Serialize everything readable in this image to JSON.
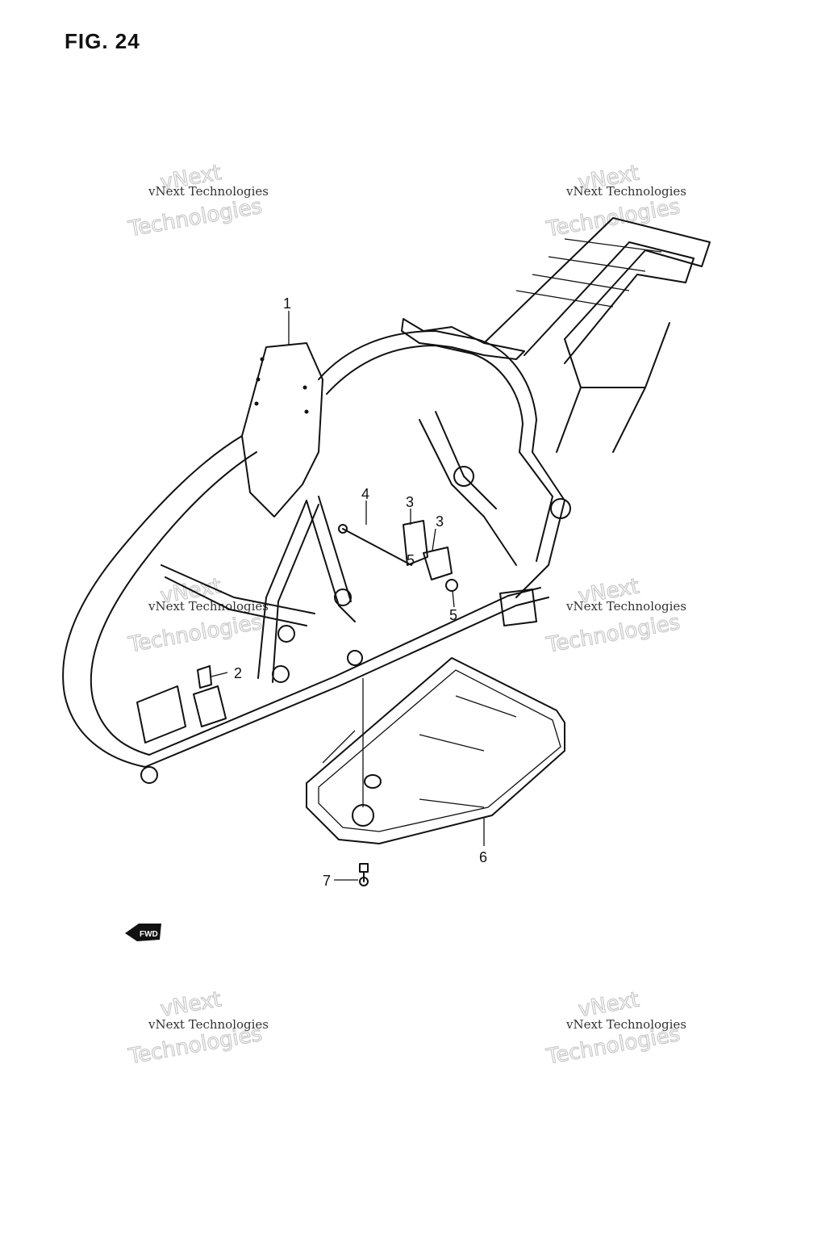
{
  "figure": {
    "title": "FIG. 24"
  },
  "watermark": {
    "small_text": "vNext Technologies",
    "big_line1": "vNext",
    "big_line2": "Technologies"
  },
  "callouts": [
    "1",
    "2",
    "3",
    "3",
    "4",
    "5",
    "5",
    "6",
    "7"
  ],
  "fwd_badge": {
    "label": "FWD"
  }
}
